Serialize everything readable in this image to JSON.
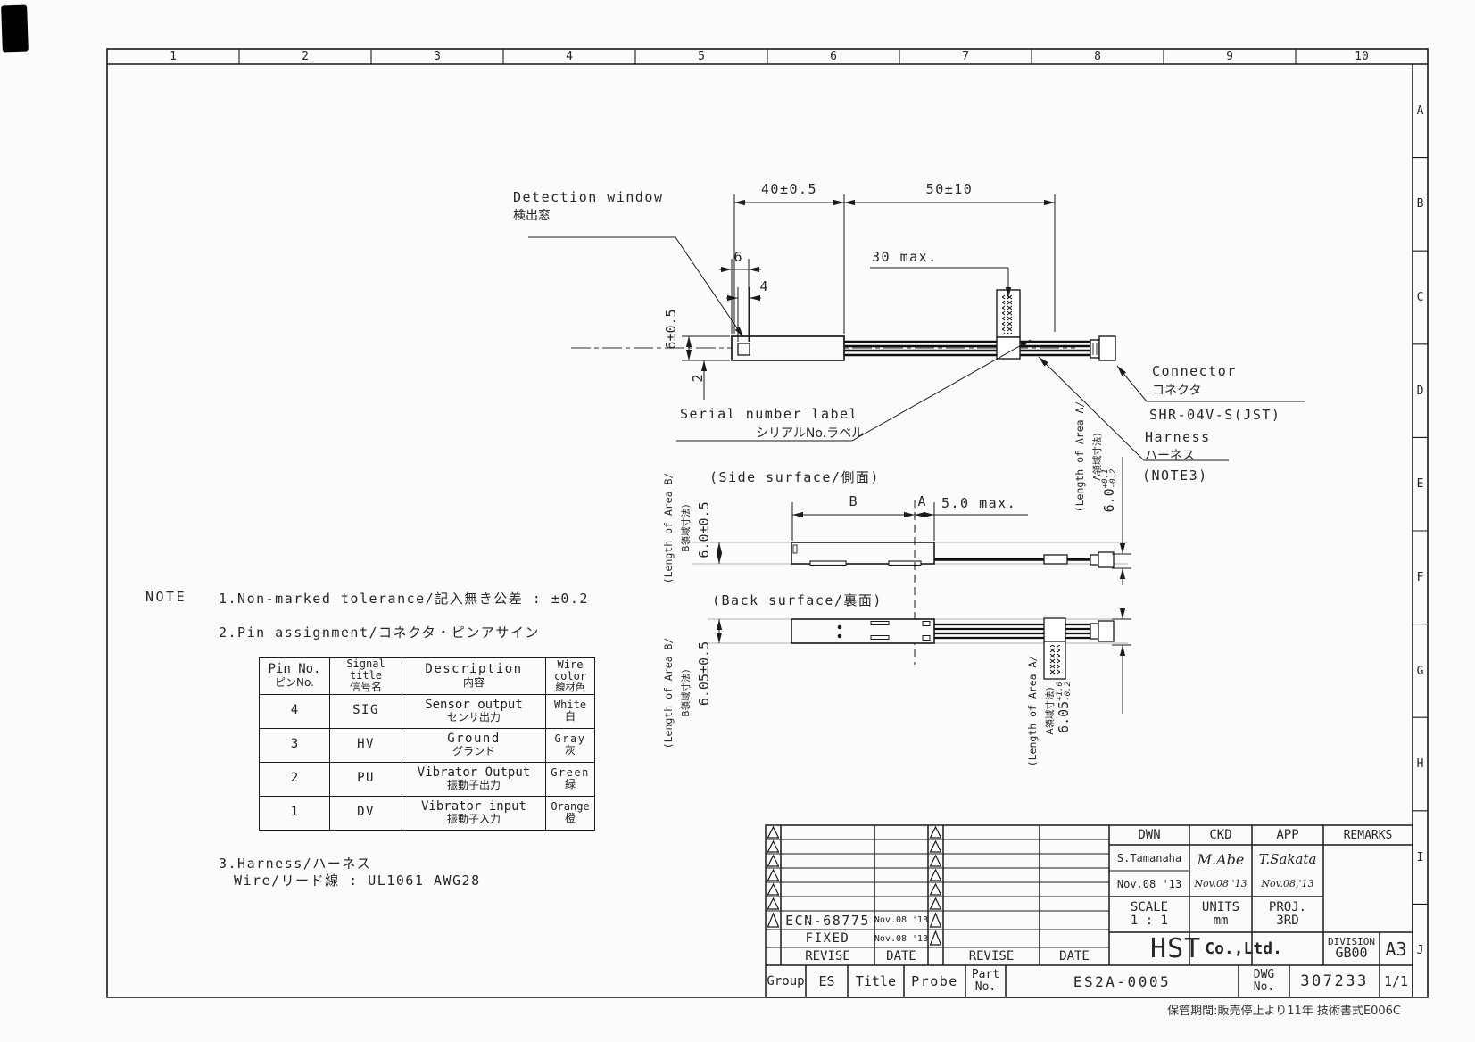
{
  "border": {
    "cols": [
      "1",
      "2",
      "3",
      "4",
      "5",
      "6",
      "7",
      "8",
      "9",
      "10"
    ],
    "rows": [
      "A",
      "B",
      "C",
      "D",
      "E",
      "F",
      "G",
      "H",
      "I",
      "J"
    ]
  },
  "top_view": {
    "det_en": "Detection window",
    "det_jp": "検出窓",
    "dim40": "40±0.5",
    "dim50": "50±10",
    "dim30": "30 max.",
    "dim6": "6",
    "dim4": "4",
    "dim6h": "6±0.5",
    "dim2": "2",
    "serial_en": "Serial number label",
    "serial_jp": "シリアルNo.ラベル",
    "conn_en": "Connector",
    "conn_jp": "コネクタ",
    "conn_part": "SHR-04V-S(JST)",
    "harn_en": "Harness",
    "harn_jp": "ハーネス",
    "note_ref": "(NOTE3)"
  },
  "side_view": {
    "title": "(Side surface/側面)",
    "b": "B",
    "a": "A",
    "max5": "5.0 max.",
    "lenB1": "(Length of Area B/",
    "lenB2": "B領域寸法)",
    "lenB_val": "6.0±0.5",
    "lenA1": "(Length of Area A/",
    "lenA2": "A領域寸法)",
    "lenA_val": "6.0",
    "lenA_tu": "+0.1",
    "lenA_td": "-0.2"
  },
  "back_view": {
    "title": "(Back surface/裏面)",
    "lenB1": "(Length of Area B/",
    "lenB2": "B領域寸法)",
    "lenB_val": "6.05±0.5",
    "lenA1": "(Length of Area A/",
    "lenA2": "A領域寸法)",
    "lenA_val": "6.05",
    "lenA_tu": "+1.0",
    "lenA_td": "-0.2"
  },
  "notes": {
    "note_label": "NOTE",
    "n1": "1.Non-marked tolerance/記入無き公差 : ±0.2",
    "n2": "2.Pin assignment/コネクタ・ピンアサイン",
    "n3a": "3.Harness/ハーネス",
    "n3b": "Wire/リード線 : UL1061 AWG28"
  },
  "pin_table": {
    "h1a": "Pin No.",
    "h1b": "ピンNo.",
    "h2a": "Signal title",
    "h2b": "信号名",
    "h3a": "Description",
    "h3b": "内容",
    "h4a": "Wire color",
    "h4b": "線材色",
    "rows": [
      {
        "pin": "4",
        "sig": "SIG",
        "desc_en": "Sensor output",
        "desc_jp": "センサ出力",
        "col_en": "White",
        "col_jp": "白"
      },
      {
        "pin": "3",
        "sig": "HV",
        "desc_en": "Ground",
        "desc_jp": "グランド",
        "col_en": "Gray",
        "col_jp": "灰"
      },
      {
        "pin": "2",
        "sig": "PU",
        "desc_en": "Vibrator Output",
        "desc_jp": "振動子出力",
        "col_en": "Green",
        "col_jp": "緑"
      },
      {
        "pin": "1",
        "sig": "DV",
        "desc_en": "Vibrator input",
        "desc_jp": "振動子入力",
        "col_en": "Orange",
        "col_jp": "橙"
      }
    ]
  },
  "title_block": {
    "dwn_h": "DWN",
    "ckd_h": "CKD",
    "app_h": "APP",
    "remarks_h": "REMARKS",
    "dwn_name": "S.Tamanaha",
    "dwn_date": "Nov.08 '13",
    "ckd_name": "M.Abe",
    "ckd_date": "Nov.08 '13",
    "app_name": "T.Sakata",
    "app_date": "Nov.08,'13",
    "scale_h": "SCALE",
    "scale": "1 : 1",
    "units_h": "UNITS",
    "units": "mm",
    "proj_h": "PROJ.",
    "proj": "3RD",
    "company_1": "HST",
    "company_2": "Co.,Ltd.",
    "division_h": "DIVISION",
    "division": "GB00",
    "size": "A3",
    "group_h": "Group",
    "group": "ES",
    "title_h": "Title",
    "title": "Probe",
    "part_h1": "Part",
    "part_h2": "No.",
    "part_no": "ES2A-0005",
    "dwg_h1": "DWG",
    "dwg_h2": "No.",
    "dwg_no": "307233",
    "sheet": "1/1",
    "revise_h": "REVISE",
    "date_h": "DATE",
    "rev1": "ECN-68775",
    "rev1_date": "Nov.08 '13",
    "rev2": "FIXED",
    "rev2_date": "Nov.08 '13"
  },
  "footer": {
    "text": "保管期間:販売停止より11年 技術書式E006C"
  },
  "colors": {
    "line": "#1a1a1a",
    "light_line": "#8a8a8a",
    "paper": "#fbfbfa"
  }
}
